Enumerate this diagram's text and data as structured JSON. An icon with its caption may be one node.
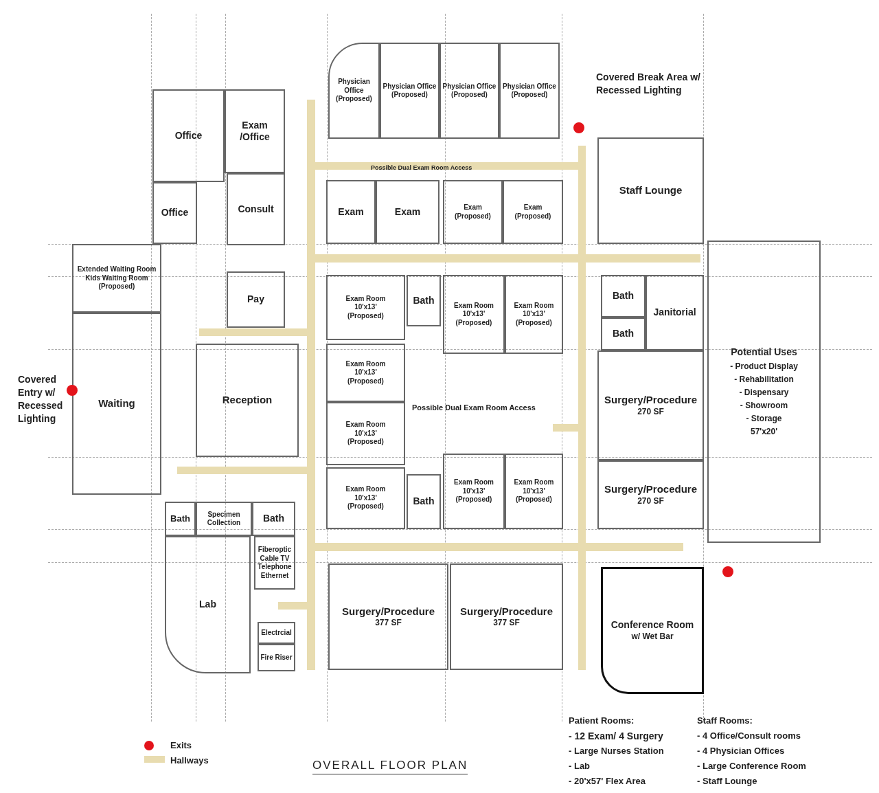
{
  "diagram": {
    "title": "OVERALL FLOOR PLAN",
    "nodes": [
      {
        "text": [
          "Office"
        ]
      },
      {
        "text": [
          "Exam /Office"
        ]
      },
      {
        "text": [
          "Office"
        ]
      },
      {
        "text": [
          "Consult"
        ]
      },
      {
        "text": [
          "Extended Waiting Room",
          "Kids Waiting Room",
          "(Proposed)"
        ]
      },
      {
        "text": [
          "Pay"
        ]
      },
      {
        "text": [
          "Waiting"
        ]
      },
      {
        "text": [
          "Reception"
        ]
      },
      {
        "text": [
          "Physician Office",
          "(Proposed)"
        ]
      },
      {
        "text": [
          "Physician Office",
          "(Proposed)"
        ]
      },
      {
        "text": [
          "Physician Office",
          "(Proposed)"
        ]
      },
      {
        "text": [
          "Physician Office",
          "(Proposed)"
        ]
      },
      {
        "text": [
          "Exam"
        ]
      },
      {
        "text": [
          "Exam"
        ]
      },
      {
        "text": [
          "Exam",
          "(Proposed)"
        ]
      },
      {
        "text": [
          "Exam",
          "(Proposed)"
        ]
      },
      {
        "text": [
          "Staff Lounge"
        ]
      },
      {
        "text": [
          "Exam Room",
          "10'x13'",
          "(Proposed)"
        ]
      },
      {
        "text": [
          "Bath"
        ]
      },
      {
        "text": [
          "Exam Room",
          "10'x13'",
          "(Proposed)"
        ]
      },
      {
        "text": [
          "Exam Room",
          "10'x13'",
          "(Proposed)"
        ]
      },
      {
        "text": [
          "Bath"
        ]
      },
      {
        "text": [
          "Bath"
        ]
      },
      {
        "text": [
          "Janitorial"
        ]
      },
      {
        "text": [
          "Exam Room",
          "10'x13'",
          "(Proposed)"
        ]
      },
      {
        "text": [
          "Exam Room",
          "10'x13'",
          "(Proposed)"
        ]
      },
      {
        "text": [
          "Exam Room",
          "10'x13'",
          "(Proposed)"
        ]
      },
      {
        "text": [
          "Bath"
        ]
      },
      {
        "text": [
          "Exam Room",
          "10'x13'",
          "(Proposed)"
        ]
      },
      {
        "text": [
          "Exam Room",
          "10'x13'",
          "(Proposed)"
        ]
      },
      {
        "text": [
          "Surgery/Procedure",
          "270 SF"
        ]
      },
      {
        "text": [
          "Surgery/Procedure",
          "270 SF"
        ]
      },
      {
        "text": [
          "Potential Uses",
          "- Product Display",
          "- Rehabilitation",
          "- Dispensary",
          "- Showroom",
          "- Storage",
          "57'x20'"
        ]
      },
      {
        "text": [
          "Bath"
        ]
      },
      {
        "text": [
          "Specimen Collection"
        ]
      },
      {
        "text": [
          "Bath"
        ]
      },
      {
        "text": [
          "Fiberoptic",
          "Cable TV",
          "Telephone",
          "Ethernet"
        ]
      },
      {
        "text": [
          "Lab"
        ]
      },
      {
        "text": [
          "Electrcial"
        ]
      },
      {
        "text": [
          "Fire Riser"
        ]
      },
      {
        "text": [
          "Surgery/Procedure",
          "377 SF"
        ]
      },
      {
        "text": [
          "Surgery/Procedure",
          "377 SF"
        ]
      },
      {
        "text": [
          "Conference Room",
          "w/ Wet Bar"
        ]
      }
    ],
    "labels": [
      "Covered Break Area w/ Recessed Lighting",
      "Possible Dual Exam Room Access",
      "Covered Entry w/ Recessed Lighting",
      "Possible Dual Exam Room Access",
      "Patient Rooms:",
      "- 12 Exam/ 4 Surgery",
      "- Large Nurses Station",
      "- Lab",
      "- 20'x57' Flex Area",
      "Staff Rooms:",
      "- 4 Office/Consult rooms",
      "- 4 Physician Offices",
      "- Large Conference Room",
      "- Staff Lounge"
    ],
    "legend": [
      {
        "text": "Exits",
        "color": "#e3141b"
      },
      {
        "text": "Hallways",
        "color": "#e8dcb0"
      }
    ]
  }
}
